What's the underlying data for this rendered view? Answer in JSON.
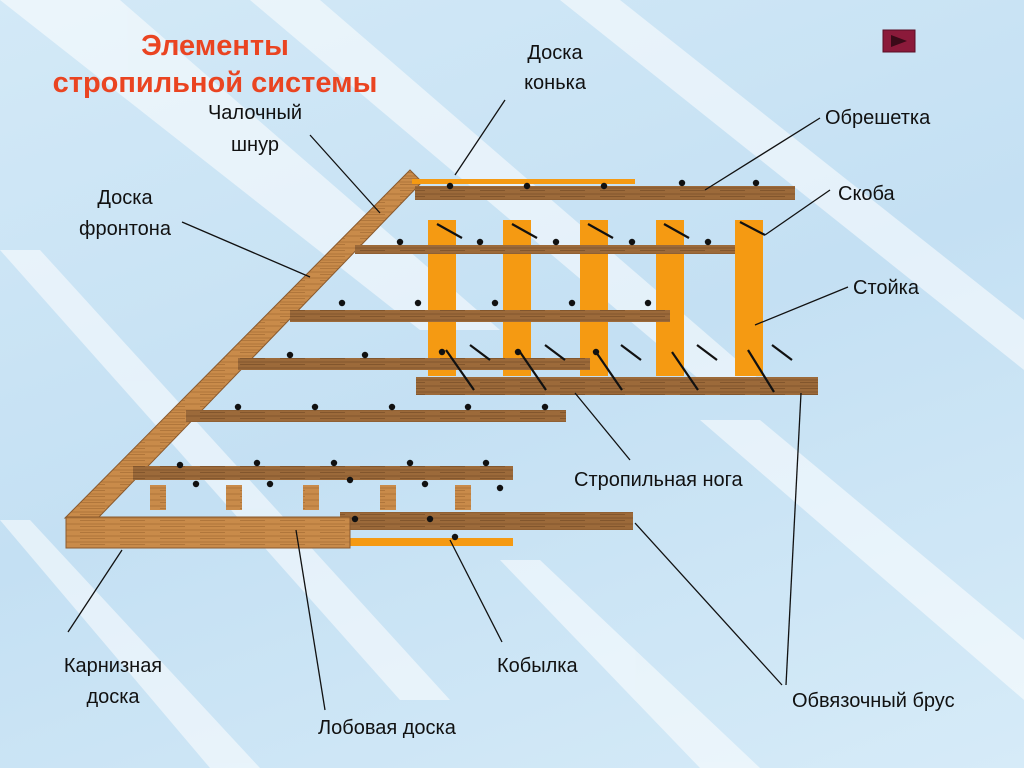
{
  "slide": {
    "title_line1": "Элементы",
    "title_line2": "стропильной системы",
    "next_button": "play-next",
    "colors": {
      "title": "#ea4421",
      "wood": "#9c6a3a",
      "post": "#f59a12",
      "button": "#8b1a3a"
    }
  },
  "labels": {
    "ridge_board_1": "Доска",
    "ridge_board_2": "конька",
    "cord_1": "Чалочный",
    "cord_2": "шнур",
    "gable_board_1": "Доска",
    "gable_board_2": "фронтона",
    "lathing": "Обрешетка",
    "bracket": "Скоба",
    "post": "Стойка",
    "rafter": "Стропильная нога",
    "eaves_board_1": "Карнизная",
    "eaves_board_2": "доска",
    "sprocket": "Кобылка",
    "wall_plate": "Обвязочный брус",
    "fascia_board": "Лобовая доска"
  }
}
